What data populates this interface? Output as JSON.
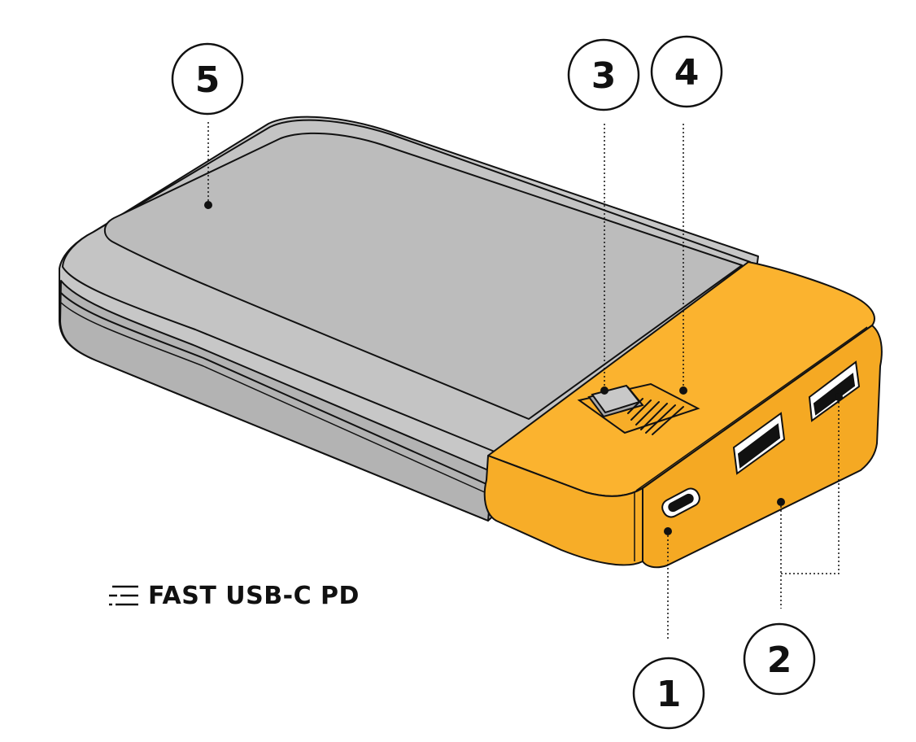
{
  "colors": {
    "body_gray": "#c9c9c9",
    "body_gray_dark": "#a9a9a9",
    "top_panel_gray": "#bebebe",
    "accent_orange": "#fbb32f",
    "accent_orange_dark": "#e79a17",
    "outline": "#111111"
  },
  "callouts": [
    {
      "number": "1",
      "target": "usb-c-port"
    },
    {
      "number": "2",
      "target": "usb-a-ports"
    },
    {
      "number": "3",
      "target": "power-button"
    },
    {
      "number": "4",
      "target": "vent-grille"
    },
    {
      "number": "5",
      "target": "top-panel"
    }
  ],
  "feature": {
    "label": "FAST USB-C PD",
    "icon": "speed-lines-icon"
  }
}
